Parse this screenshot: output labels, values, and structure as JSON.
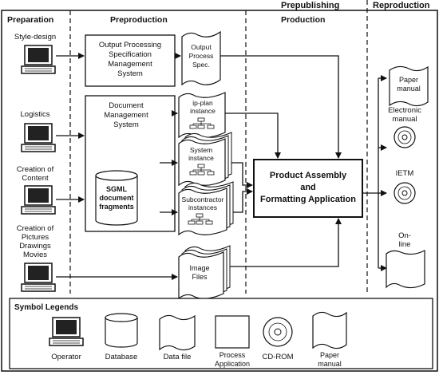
{
  "phases": {
    "prepublishing": "Prepublishing",
    "reproduction": "Reproduction",
    "preparation": "Preparation",
    "preproduction": "Preproduction",
    "production": "Production"
  },
  "operators": {
    "style_design": "Style-design",
    "logistics": "Logistics",
    "creation_of_content": [
      "Creation of",
      "Content"
    ],
    "creation_of_pictures": [
      "Creation of",
      "Pictures",
      "Drawings",
      "Movies"
    ]
  },
  "systems": {
    "output_processing": [
      "Output Processing",
      "Specification",
      "Management",
      "System"
    ],
    "document_management": [
      "Document",
      "Management",
      "System"
    ],
    "sgml_db": [
      "SGML",
      "document",
      "fragments"
    ]
  },
  "files": {
    "output_spec": [
      "Output",
      "Process",
      "Spec."
    ],
    "ip_plan": [
      "ip-plan",
      "instance"
    ],
    "system_instance": [
      "System",
      "instance"
    ],
    "subcontractor": [
      "Subcontractor",
      "instances"
    ],
    "image_files": [
      "Image",
      "Files"
    ]
  },
  "product_assembly": [
    "Product Assembly",
    "and",
    "Formatting Application"
  ],
  "outputs": {
    "paper_manual": [
      "Paper",
      "manual"
    ],
    "electronic_manual": [
      "Electronic",
      "manual"
    ],
    "ietm": "IETM",
    "online": [
      "On-",
      "line"
    ]
  },
  "legend": {
    "title": "Symbol Legends",
    "operator": "Operator",
    "database": "Database",
    "data_file": "Data file",
    "process_application": [
      "Process",
      "Application"
    ],
    "cdrom": "CD-ROM",
    "paper_manual": [
      "Paper",
      "manual"
    ]
  }
}
